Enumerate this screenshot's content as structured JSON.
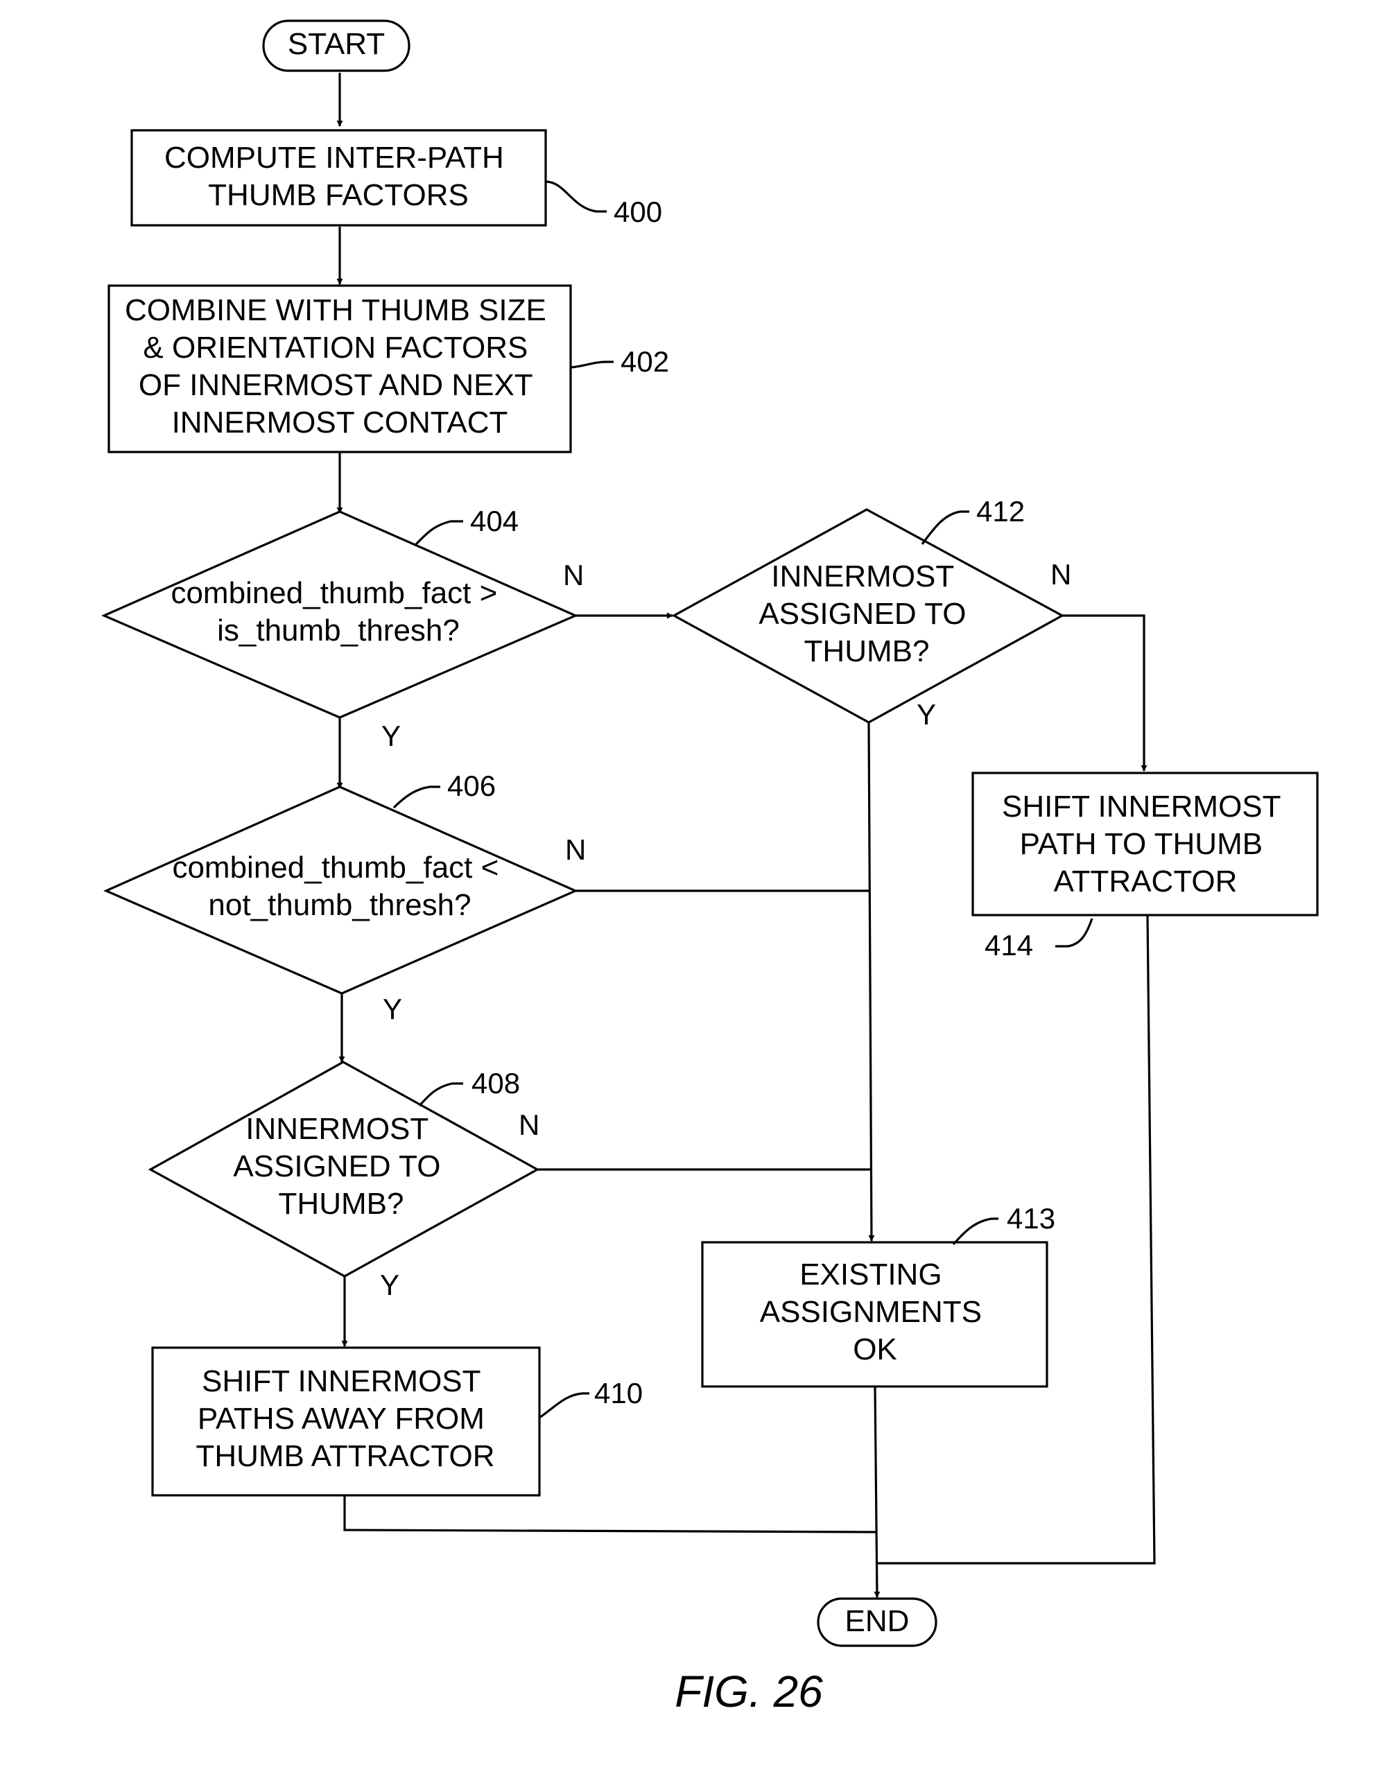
{
  "figure": {
    "caption": "FIG. 26"
  },
  "nodes": {
    "start": {
      "lines": [
        "START"
      ]
    },
    "step400": {
      "lines": [
        "COMPUTE  INTER-PATH",
        "THUMB FACTORS"
      ],
      "ref": "400"
    },
    "step402": {
      "lines": [
        "COMBINE WITH THUMB SIZE",
        "& ORIENTATION FACTORS",
        "OF INNERMOST AND NEXT",
        "INNERMOST CONTACT"
      ],
      "ref": "402"
    },
    "dec404": {
      "lines": [
        "combined_thumb_fact >",
        "is_thumb_thresh?"
      ],
      "ref": "404"
    },
    "dec406": {
      "lines": [
        "combined_thumb_fact <",
        "not_thumb_thresh?"
      ],
      "ref": "406"
    },
    "dec408": {
      "lines": [
        "INNERMOST",
        "ASSIGNED TO",
        "THUMB?"
      ],
      "ref": "408"
    },
    "step410": {
      "lines": [
        "SHIFT INNERMOST",
        "PATHS AWAY FROM",
        "THUMB ATTRACTOR"
      ],
      "ref": "410"
    },
    "dec412": {
      "lines": [
        "INNERMOST",
        "ASSIGNED TO",
        "THUMB?"
      ],
      "ref": "412"
    },
    "step413": {
      "lines": [
        "EXISTING",
        "ASSIGNMENTS",
        "OK"
      ],
      "ref": "413"
    },
    "step414": {
      "lines": [
        "SHIFT INNERMOST",
        "PATH TO THUMB",
        "ATTRACTOR"
      ],
      "ref": "414"
    },
    "end": {
      "lines": [
        "END"
      ]
    }
  },
  "branch_labels": {
    "dec404_no": "N",
    "dec404_yes": "Y",
    "dec406_no": "N",
    "dec406_yes": "Y",
    "dec408_no": "N",
    "dec408_yes": "Y",
    "dec412_no": "N",
    "dec412_yes": "Y"
  },
  "edges": [
    {
      "from": "start",
      "to": "step400"
    },
    {
      "from": "step400",
      "to": "step402"
    },
    {
      "from": "step402",
      "to": "dec404"
    },
    {
      "from": "dec404",
      "to": "dec406",
      "branch": "dec404_yes"
    },
    {
      "from": "dec404",
      "to": "dec412",
      "branch": "dec404_no"
    },
    {
      "from": "dec406",
      "to": "dec408",
      "branch": "dec406_yes"
    },
    {
      "from": "dec406",
      "to": "step413",
      "branch": "dec406_no"
    },
    {
      "from": "dec408",
      "to": "step410",
      "branch": "dec408_yes"
    },
    {
      "from": "dec408",
      "to": "step413",
      "branch": "dec408_no"
    },
    {
      "from": "dec412",
      "to": "step413",
      "branch": "dec412_yes"
    },
    {
      "from": "dec412",
      "to": "step414",
      "branch": "dec412_no"
    },
    {
      "from": "step410",
      "to": "end"
    },
    {
      "from": "step413",
      "to": "end"
    },
    {
      "from": "step414",
      "to": "end"
    }
  ]
}
